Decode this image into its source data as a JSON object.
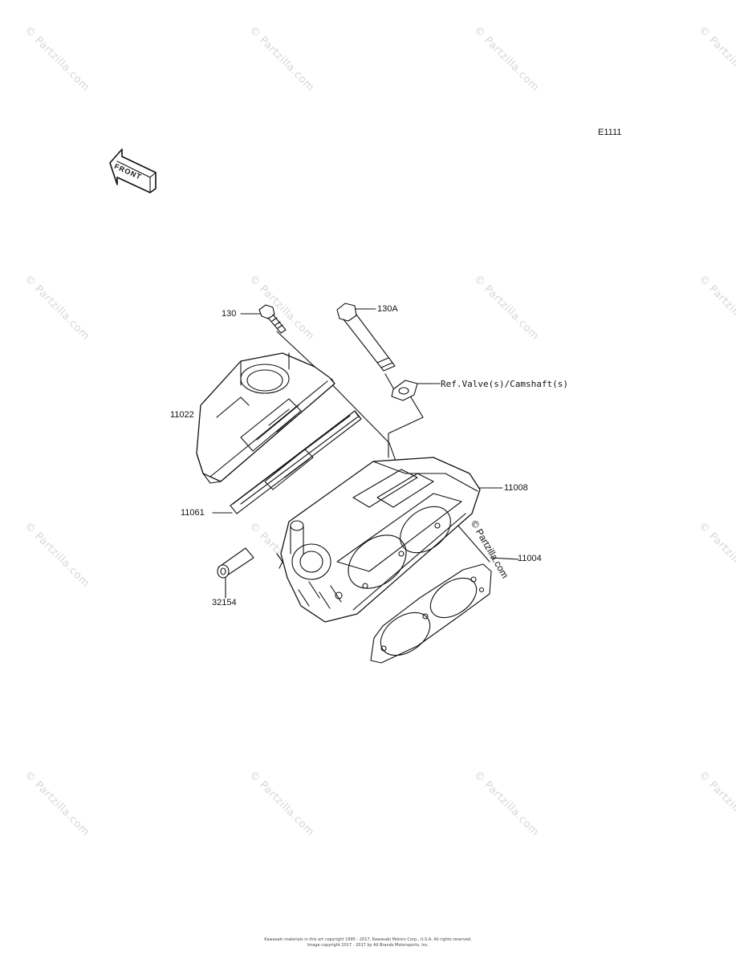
{
  "diagram_code": "E1111",
  "front_label": "FRONT",
  "watermark_text": "© Partzilla.com",
  "parts": {
    "bolt_130": "130",
    "bolt_130a": "130A",
    "ref_valve": "Ref.Valve(s)/Camshaft(s)",
    "cover_11022": "11022",
    "gasket_11061": "11061",
    "head_11008": "11008",
    "gasket_11004": "11004",
    "pipe_32154": "32154"
  },
  "footer": {
    "line1": "Kawasaki materials in this art copyright 1995 - 2017, Kawasaki Motors Corp., U.S.A. All rights reserved.",
    "line2": "Image copyright 2017 - 2017 by All Brands Motorsports, Inc."
  }
}
